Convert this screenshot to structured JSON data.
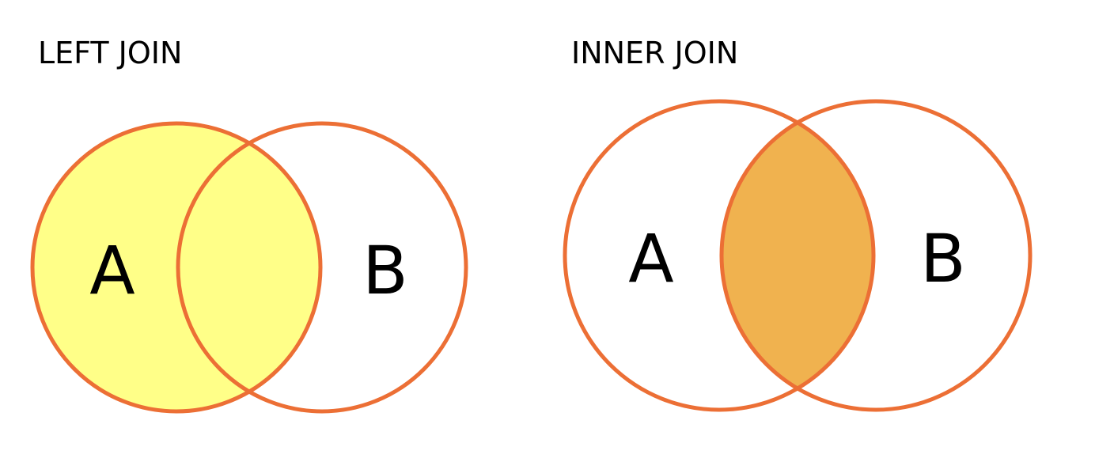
{
  "diagrams": [
    {
      "title": "LEFT JOIN",
      "set_a_label": "A",
      "set_b_label": "B",
      "highlighted_region": "A",
      "fill_color": "#FFFF88"
    },
    {
      "title": "INNER JOIN",
      "set_a_label": "A",
      "set_b_label": "B",
      "highlighted_region": "A ∩ B",
      "fill_color": "#F0B24F"
    }
  ],
  "colors": {
    "outline": "#EC6F35",
    "background": "#FFFFFF",
    "text": "#000000"
  }
}
